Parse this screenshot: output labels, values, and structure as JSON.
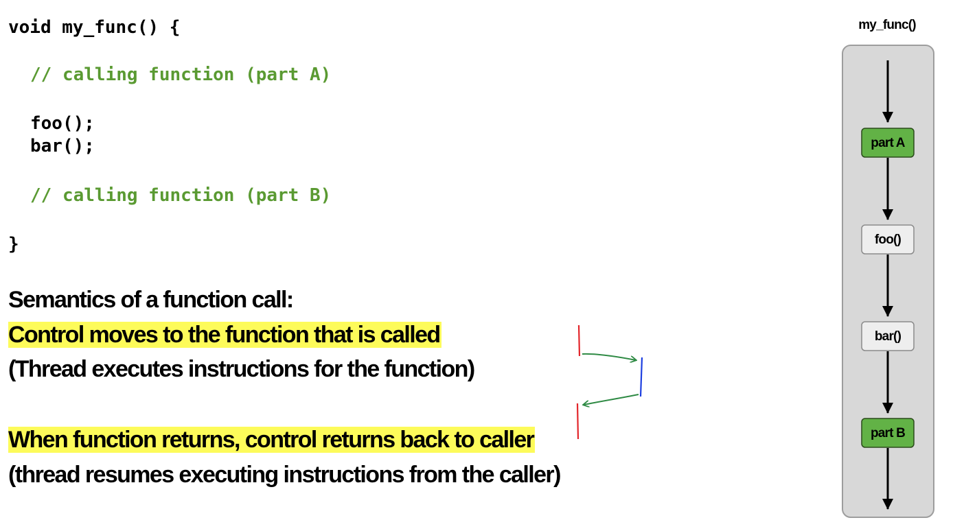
{
  "code": {
    "line1": "void my_func() {",
    "comment_a": "// calling function (part A)",
    "call_foo": "foo();",
    "call_bar": "bar();",
    "comment_b": "// calling function (part B)",
    "close_brace": "}"
  },
  "semantics": {
    "heading": "Semantics of a function call:",
    "point1": "Control moves to the function that is called",
    "point1_detail": "(Thread executes instructions for the function)",
    "point2": "When function returns, control returns back to caller",
    "point2_detail": "(thread resumes executing instructions from the caller)"
  },
  "diagram": {
    "title": "my_func()",
    "nodes": [
      {
        "label": "part A",
        "kind": "calling-function"
      },
      {
        "label": "foo()",
        "kind": "called-function"
      },
      {
        "label": "bar()",
        "kind": "called-function"
      },
      {
        "label": "part B",
        "kind": "calling-function"
      }
    ]
  },
  "colors": {
    "code_comment": "#5a9a32",
    "highlight": "#fdfb5a",
    "node_green": "#62b246",
    "node_gray": "#eeeeee",
    "container": "#d8d8d8",
    "annot_red": "#e3262b",
    "annot_blue": "#1d3fe0",
    "annot_green": "#2e8a44"
  }
}
